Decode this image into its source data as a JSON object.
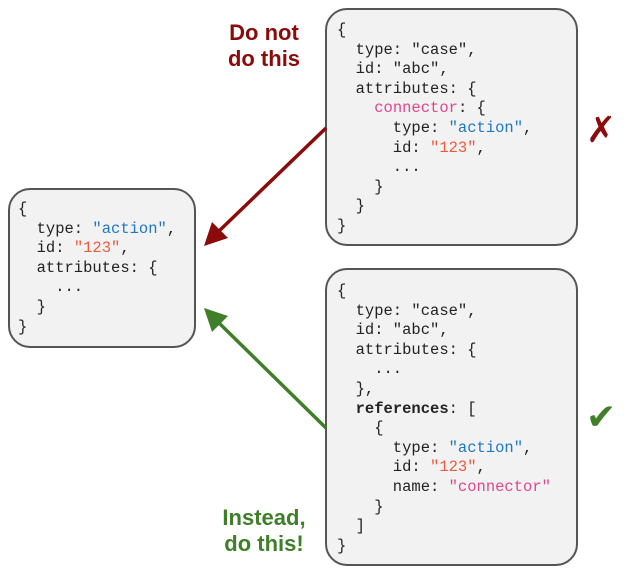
{
  "colors": {
    "string": "#1f77c4",
    "number": "#ee5a3c",
    "key_highlight": "#e0468e",
    "bad": "#8b0a0a",
    "good": "#3f7f2a"
  },
  "captions": {
    "bad": [
      "Do not",
      "do this"
    ],
    "good": [
      "Instead,",
      "do this!"
    ]
  },
  "marks": {
    "bad": "✗",
    "good": "✔"
  },
  "icons": {
    "bad": "cross-mark-icon",
    "good": "check-mark-icon"
  },
  "target": {
    "lines": [
      [
        {
          "t": "{"
        }
      ],
      [
        {
          "t": "  type: "
        },
        {
          "t": "\"action\"",
          "c": "str"
        },
        {
          "t": ","
        }
      ],
      [
        {
          "t": "  id: "
        },
        {
          "t": "\"123\"",
          "c": "num"
        },
        {
          "t": ","
        }
      ],
      [
        {
          "t": "  attributes: {"
        }
      ],
      [
        {
          "t": "    ..."
        }
      ],
      [
        {
          "t": "  }"
        }
      ],
      [
        {
          "t": "}"
        }
      ]
    ]
  },
  "bad_example": {
    "lines": [
      [
        {
          "t": "{"
        }
      ],
      [
        {
          "t": "  type: \"case\","
        }
      ],
      [
        {
          "t": "  id: \"abc\","
        }
      ],
      [
        {
          "t": "  attributes: {"
        }
      ],
      [
        {
          "t": "    "
        },
        {
          "t": "connector",
          "c": "pink"
        },
        {
          "t": ": {"
        }
      ],
      [
        {
          "t": "      type: "
        },
        {
          "t": "\"action\"",
          "c": "str"
        },
        {
          "t": ","
        }
      ],
      [
        {
          "t": "      id: "
        },
        {
          "t": "\"123\"",
          "c": "num"
        },
        {
          "t": ","
        }
      ],
      [
        {
          "t": "      ..."
        }
      ],
      [
        {
          "t": "    }"
        }
      ],
      [
        {
          "t": "  }"
        }
      ],
      [
        {
          "t": "}"
        }
      ]
    ]
  },
  "good_example": {
    "lines": [
      [
        {
          "t": "{"
        }
      ],
      [
        {
          "t": "  type: \"case\","
        }
      ],
      [
        {
          "t": "  id: \"abc\","
        }
      ],
      [
        {
          "t": "  attributes: {"
        }
      ],
      [
        {
          "t": "    ..."
        }
      ],
      [
        {
          "t": "  },"
        }
      ],
      [
        {
          "t": "  "
        },
        {
          "t": "references",
          "c": "bold"
        },
        {
          "t": ": ["
        }
      ],
      [
        {
          "t": "    {"
        }
      ],
      [
        {
          "t": "      type: "
        },
        {
          "t": "\"action\"",
          "c": "str"
        },
        {
          "t": ","
        }
      ],
      [
        {
          "t": "      id: "
        },
        {
          "t": "\"123\"",
          "c": "num"
        },
        {
          "t": ","
        }
      ],
      [
        {
          "t": "      name: "
        },
        {
          "t": "\"connector\"",
          "c": "pink"
        }
      ],
      [
        {
          "t": "    }"
        }
      ],
      [
        {
          "t": "  ]"
        }
      ],
      [
        {
          "t": "}"
        }
      ]
    ]
  }
}
